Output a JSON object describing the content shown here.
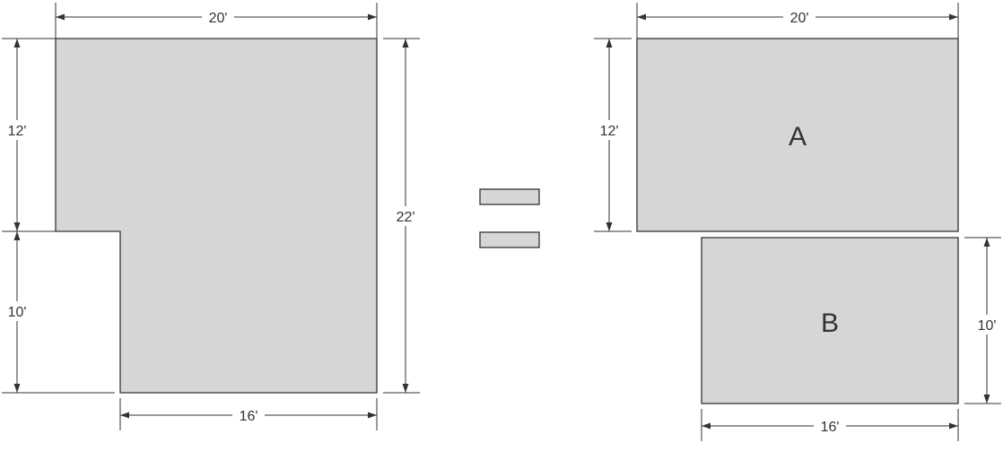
{
  "diagram": {
    "left_figure": {
      "top_width": "20'",
      "upper_height": "12'",
      "lower_height": "10'",
      "total_height": "22'",
      "bottom_width": "16'"
    },
    "equals_sign": "=",
    "right_figure": {
      "rect_a": {
        "label": "A",
        "width": "20'",
        "height": "12'"
      },
      "rect_b": {
        "label": "B",
        "width": "16'",
        "height": "10'"
      }
    }
  }
}
